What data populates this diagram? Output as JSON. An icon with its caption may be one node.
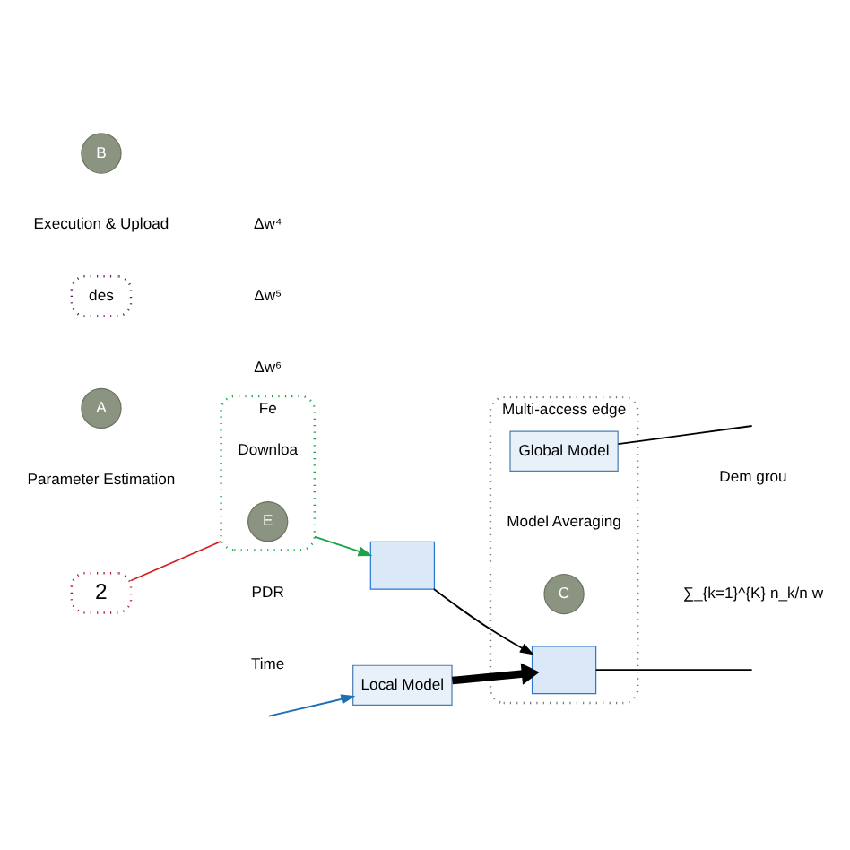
{
  "diagram": {
    "nodes": [
      {
        "text": [
          "2"
        ]
      },
      {
        "text": [
          "A"
        ],
        "beside": [
          "Parameter Estimation"
        ]
      },
      {
        "text": [
          "Fe"
        ]
      },
      {
        "text": [
          "E"
        ],
        "in": 2,
        "beside": [
          "Downloa"
        ]
      },
      {
        "text": [],
        "shape": "box"
      },
      {
        "text": [
          "Local Model"
        ]
      },
      {
        "text": [
          "des"
        ]
      },
      {
        "text": [
          "Multi-access edge"
        ]
      },
      {
        "text": [
          "Global Model"
        ],
        "in": 7
      },
      {
        "text": [
          "C"
        ],
        "in": 7,
        "beside": [
          "Model Averaging"
        ]
      },
      {
        "text": [],
        "shape": "box",
        "in": 7
      },
      {
        "text": [
          "B"
        ],
        "beside": [
          "Execution & Upload"
        ]
      }
    ],
    "edges": [
      {
        "from": 0,
        "to": 2,
        "arrow": "none",
        "color": "#d42020"
      },
      {
        "from": 2,
        "to": 4,
        "arrow": "to",
        "color": "#1aa34a"
      },
      {
        "from": null,
        "to": 5,
        "arrow": "to",
        "color": "#1f6fb5"
      },
      {
        "from": 4,
        "to": 10,
        "arrow": "to"
      },
      {
        "from": 5,
        "to": 10,
        "arrow": "to",
        "style": "thick"
      },
      {
        "from": 8,
        "to": null,
        "arrow": "none"
      },
      {
        "from": 10,
        "to": null,
        "arrow": "none"
      }
    ],
    "labels": [
      "PDR",
      "Time",
      "Dem grou",
      "∑_{k=1}^{K} n_k/n w",
      "Δw⁴",
      "Δw⁵",
      "Δw⁶"
    ]
  }
}
